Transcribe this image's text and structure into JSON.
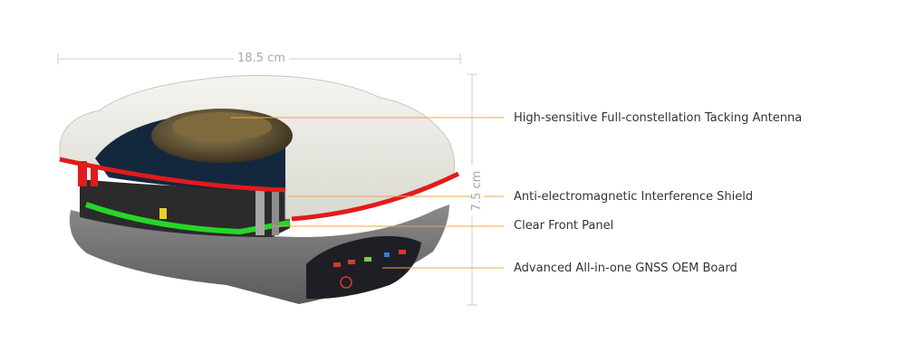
{
  "dimensions": {
    "width": "18.5 cm",
    "height": "7.5 cm"
  },
  "callouts": [
    "High-sensitive Full-constellation Tacking Antenna",
    "Anti-electromagnetic Interference Shield",
    "Clear Front Panel",
    "Advanced All-in-one GNSS OEM Board"
  ],
  "colors": {
    "callout_line": "#f0a050",
    "dimension_line": "#cccccc",
    "shell": "#ecebe4",
    "base": "#6e6e6e",
    "red_seal": "#e21b1b",
    "green_board": "#27d627"
  }
}
